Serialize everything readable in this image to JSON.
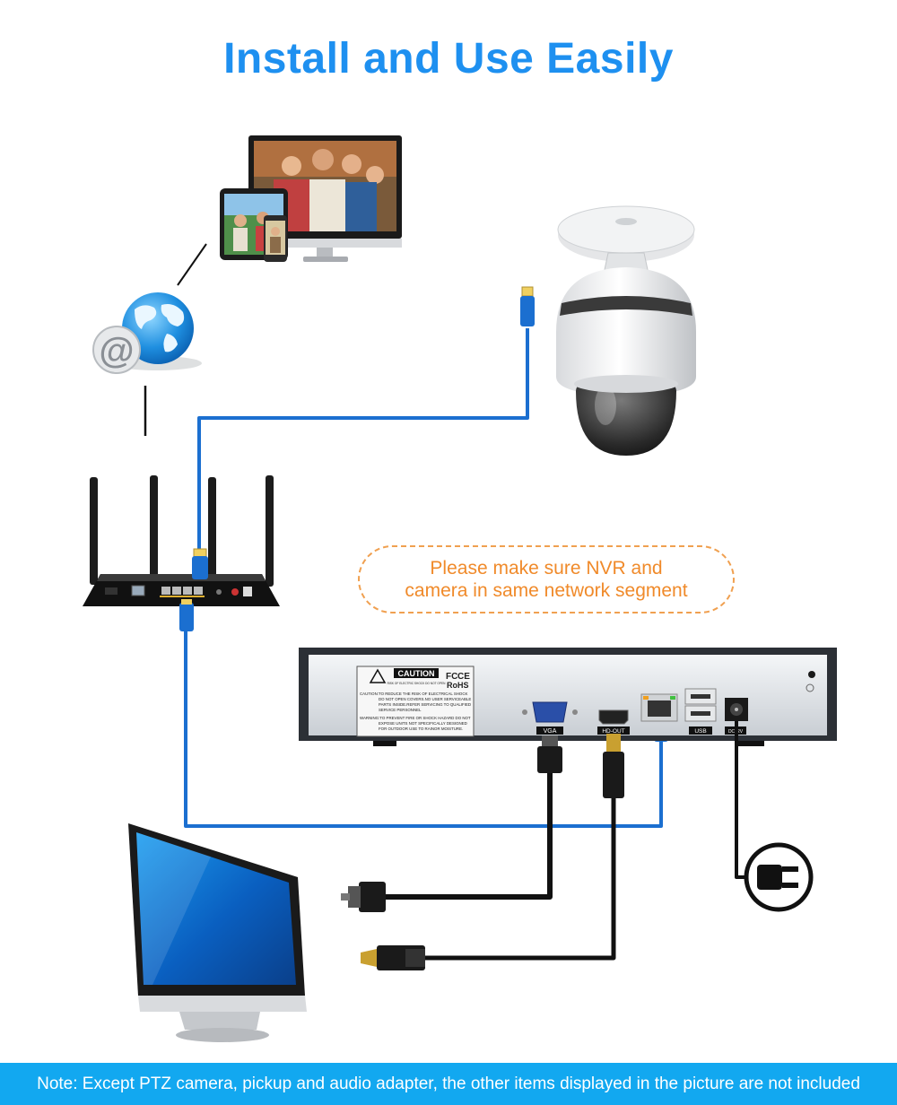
{
  "title": "Install and Use Easily",
  "notice": {
    "line1": "Please make sure NVR and",
    "line2": "camera in same network segment"
  },
  "nvr_panel": {
    "caution_heading": "CAUTION",
    "caution_small": "RISK OF ELECTRIC SHOCK DO NOT OPEN",
    "caution_lines": [
      "CAUTION:TO REDUCE THE RISK OF ELECTRICAL SHOCK",
      "DO NOT OPEN COVERS.NO USER SERVICEABLE",
      "PARTS INSIDE.REFER SERVICING TO QUALIFIED",
      "SERVICE PERSONNEL",
      "WARNING:TO PREVENT FIRE OR SHOCK HAZARD DO NOT",
      "EXPOSE UNITS NOT SPECIFICALLY DESIGNED",
      "FOR OUTDOOR USE TO RAINOR MOISTURE."
    ],
    "cert_fc": "FC",
    "cert_ce": "CE",
    "cert_rohs": "RoHS",
    "port_vga": "VGA",
    "port_hdout": "HD-OUT",
    "port_usb": "USB",
    "port_dc": "DC12V"
  },
  "icons": {
    "email_symbol": "@"
  },
  "colors": {
    "title": "#1e90f0",
    "network_cable": "#1b6fd0",
    "notice": "#f08a2a",
    "footer_bg": "#12a8f0"
  },
  "footer": {
    "note": "Note: Except  PTZ camera, pickup and audio adapter, the other items displayed in the picture are not included"
  }
}
